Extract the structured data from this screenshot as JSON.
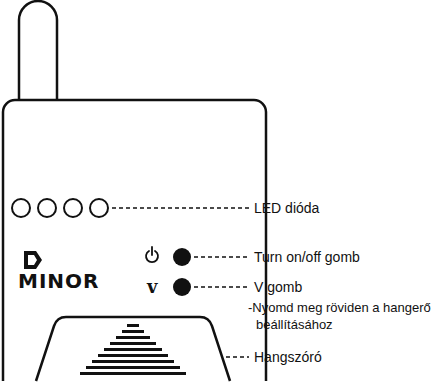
{
  "diagram": {
    "labels": [
      "MINOR",
      "v",
      "LED dióda",
      "Turn on/off gomb",
      "V gomb",
      "-Nyomd meg röviden a hangerő beállításához",
      "Hangszóró"
    ]
  }
}
